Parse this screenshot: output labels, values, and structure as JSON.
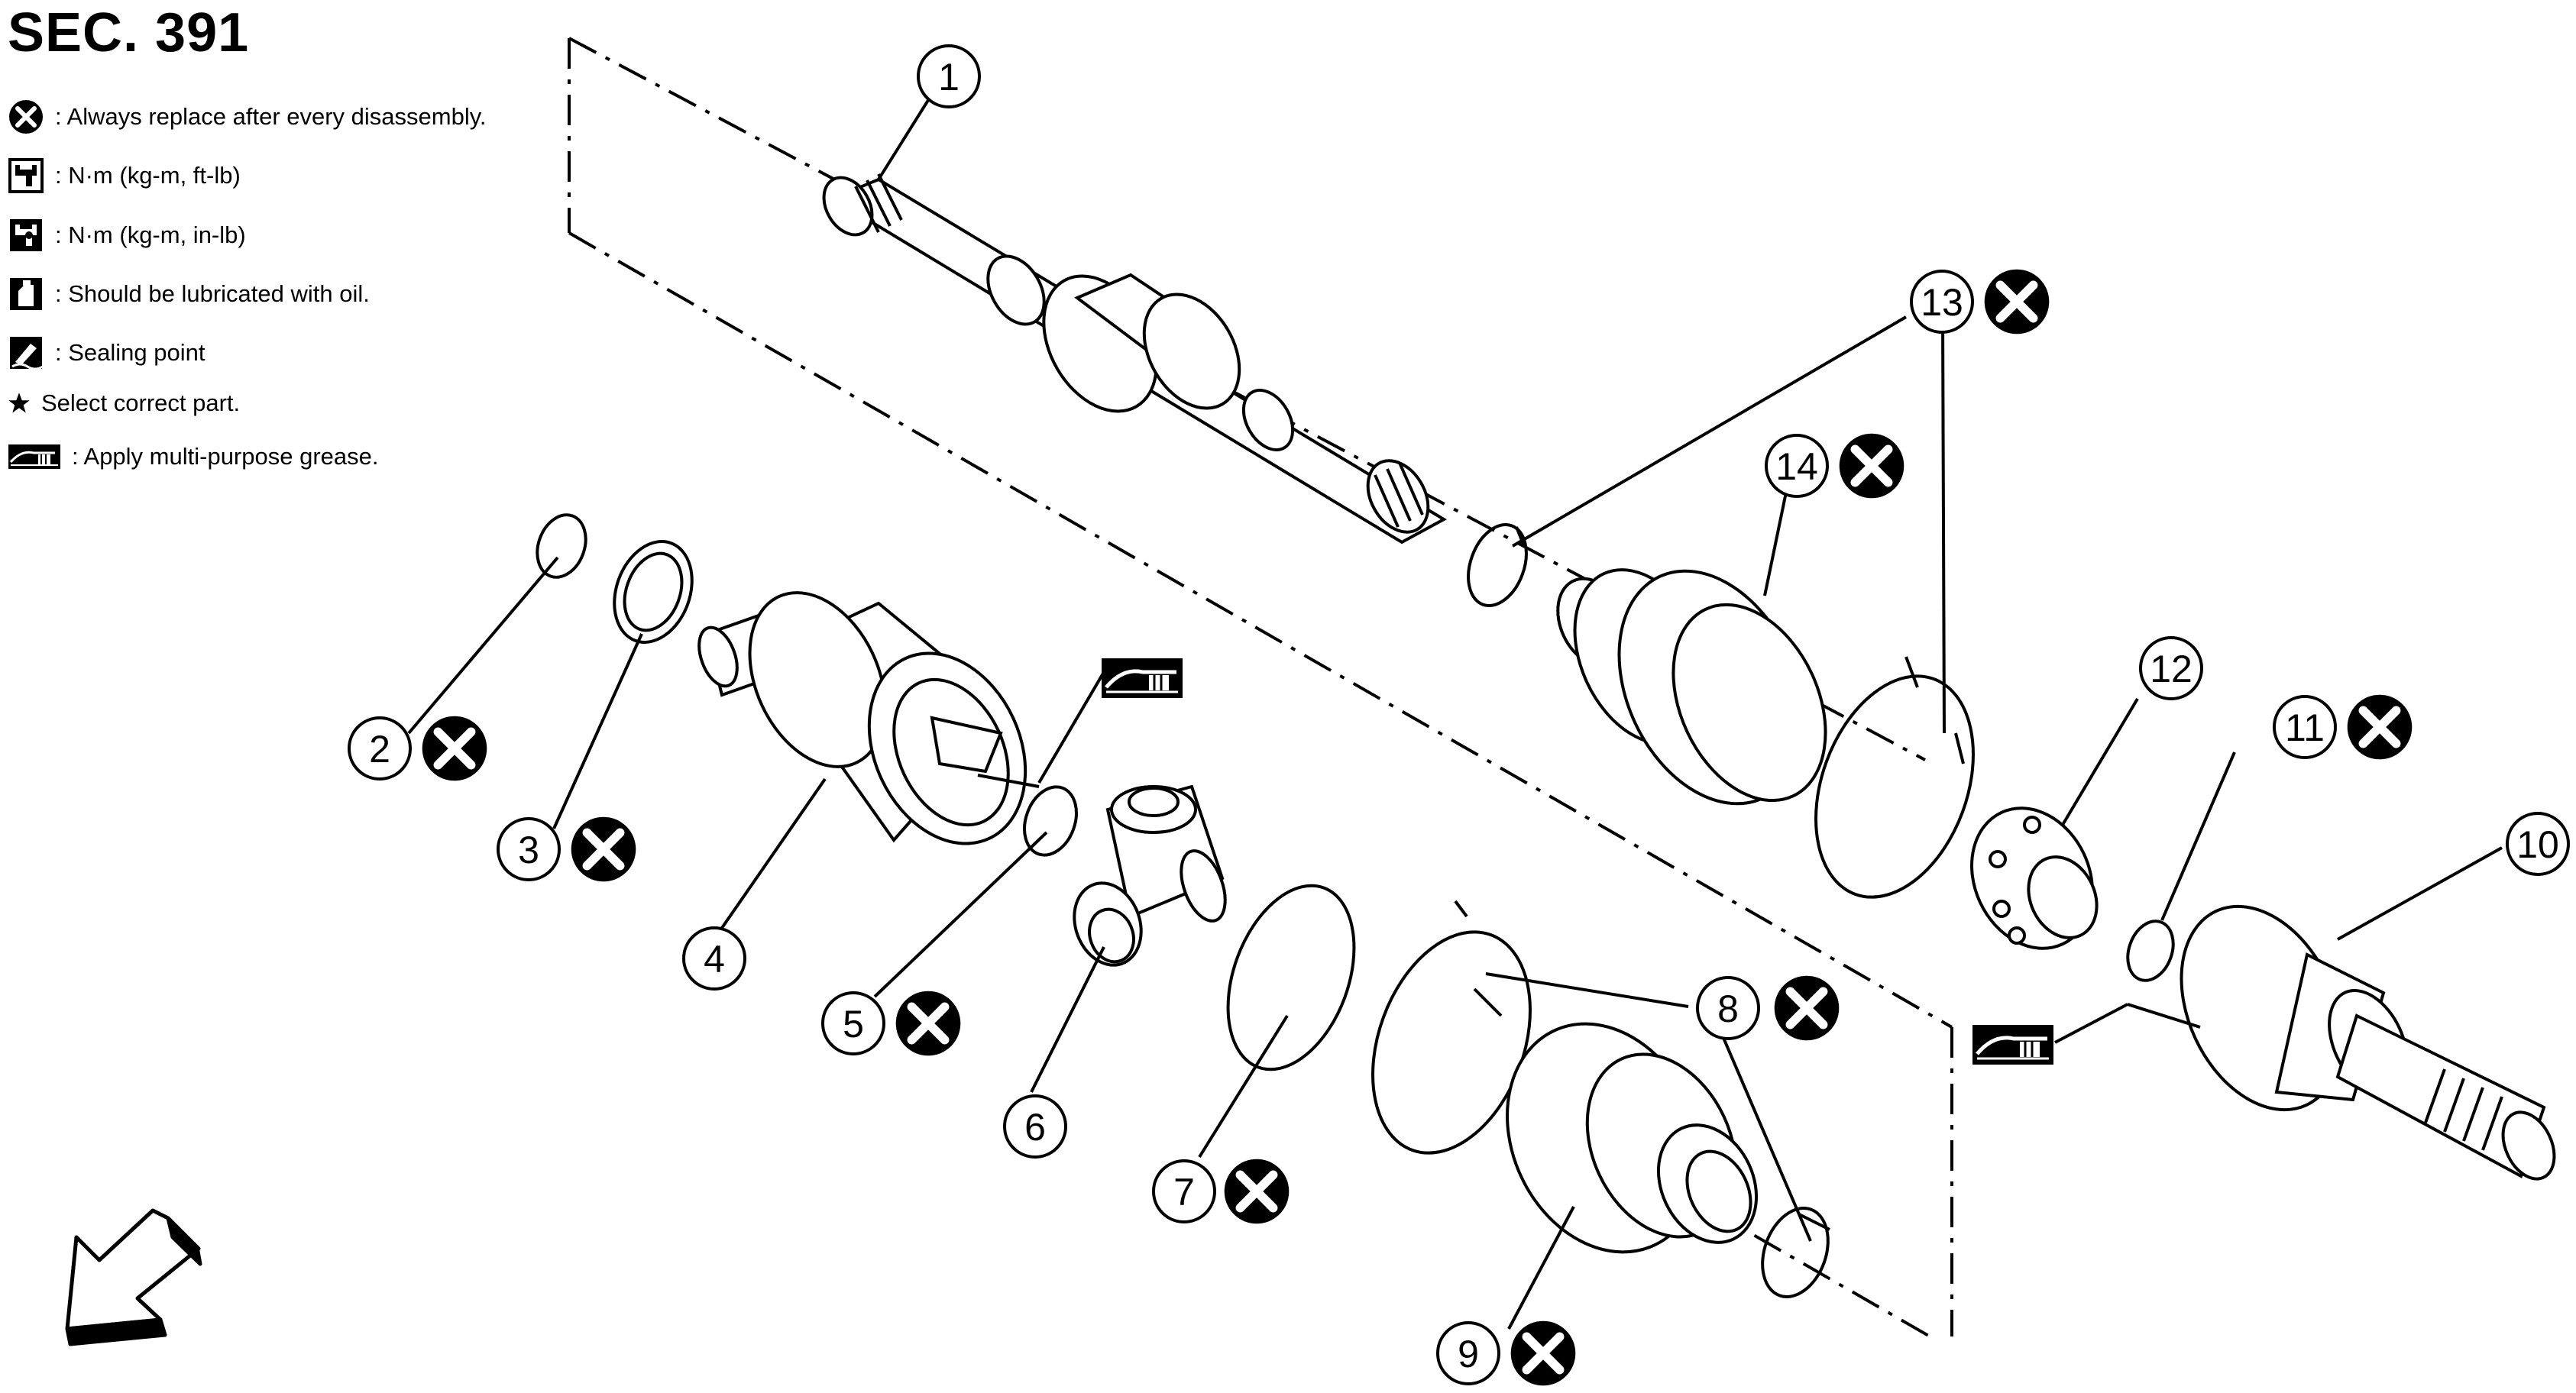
{
  "title": "SEC. 391",
  "legend": {
    "replace": ": Always replace after every disassembly.",
    "torque_ftlb": ": N·m (kg-m, ft-lb)",
    "torque_inlb": ": N·m (kg-m, in-lb)",
    "lubricate": ": Should be lubricated with oil.",
    "sealing": ": Sealing point",
    "select": "Select correct part.",
    "grease": ": Apply multi-purpose grease."
  },
  "icons": {
    "replace": "x-circle-icon",
    "torque_ftlb": "torque-wrench-icon",
    "torque_inlb": "torque-wrench-filled-icon",
    "lubricate": "oil-can-icon",
    "sealing": "sealant-icon",
    "select": "star-icon",
    "grease": "grease-icon",
    "direction": "front-arrow-icon"
  },
  "callouts": {
    "c1": "1",
    "c2": "2",
    "c3": "3",
    "c4": "4",
    "c5": "5",
    "c6": "6",
    "c7": "7",
    "c8": "8",
    "c9": "9",
    "c10": "10",
    "c11": "11",
    "c12": "12",
    "c13": "13",
    "c14": "14"
  },
  "colors": {
    "ink": "#000000",
    "paper": "#ffffff"
  }
}
